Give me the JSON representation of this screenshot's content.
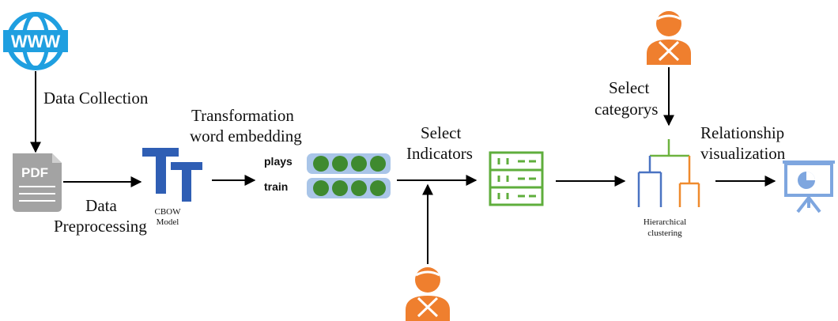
{
  "labels": {
    "data_collection": "Data Collection",
    "data_preprocessing_1": "Data",
    "data_preprocessing_2": "Preprocessing",
    "transformation_1": "Transformation",
    "transformation_2": "word embedding",
    "cbow_1": "CBOW",
    "cbow_2": "Model",
    "select_indicators_1": "Select",
    "select_indicators_2": "Indicators",
    "select_categorys_1": "Select",
    "select_categorys_2": "categorys",
    "relationship_1": "Relationship",
    "relationship_2": "visualization",
    "hierarchical_1": "Hierarchical",
    "hierarchical_2": "clustering",
    "word_plays": "plays",
    "word_train": "train",
    "pdf_text": "PDF",
    "www_text": "WWW"
  },
  "icons": [
    "globe-www-icon",
    "pdf-document-icon",
    "text-tt-icon",
    "embedding-vectors-icon",
    "server-table-icon",
    "dendrogram-icon",
    "presentation-board-icon",
    "person-icon"
  ],
  "colors": {
    "globe": "#1f9fe0",
    "pdf": "#a3a3a3",
    "tt": "#2f5eb4",
    "vector_bg": "#a9c5e8",
    "vector_dot": "#3f8a2f",
    "server": "#5fae3c",
    "dendro_green": "#6db33f",
    "dendro_blue": "#4a73c2",
    "dendro_orange": "#ef8a2d",
    "board": "#7ea6df",
    "person": "#ef7f2e"
  }
}
